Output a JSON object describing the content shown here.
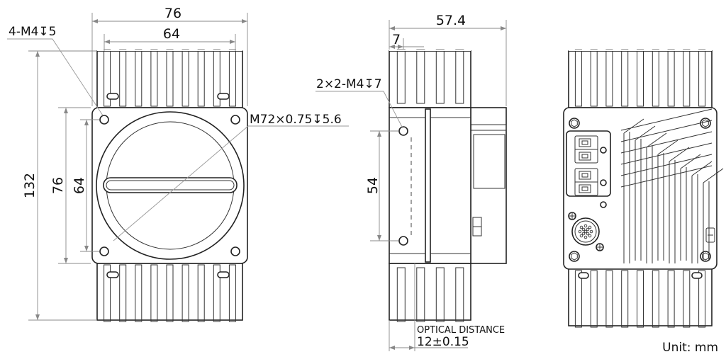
{
  "front_view": {
    "dim_overall_width": "76",
    "dim_hole_spacing_x": "64",
    "dim_overall_height": "132",
    "dim_plate_height": "76",
    "dim_hole_spacing_y": "64",
    "note_mount_holes": "4-M4↧5",
    "note_lens_thread": "M72×0.75↧5.6"
  },
  "side_view": {
    "dim_depth": "57.4",
    "dim_flange": "7",
    "dim_hole_spacing": "54",
    "note_side_holes": "2×2-M4↧7",
    "label_optical_distance": "OPTICAL DISTANCE",
    "dim_optical_distance": "12±0.15"
  },
  "rear_view": {},
  "unit_label": "Unit: mm"
}
